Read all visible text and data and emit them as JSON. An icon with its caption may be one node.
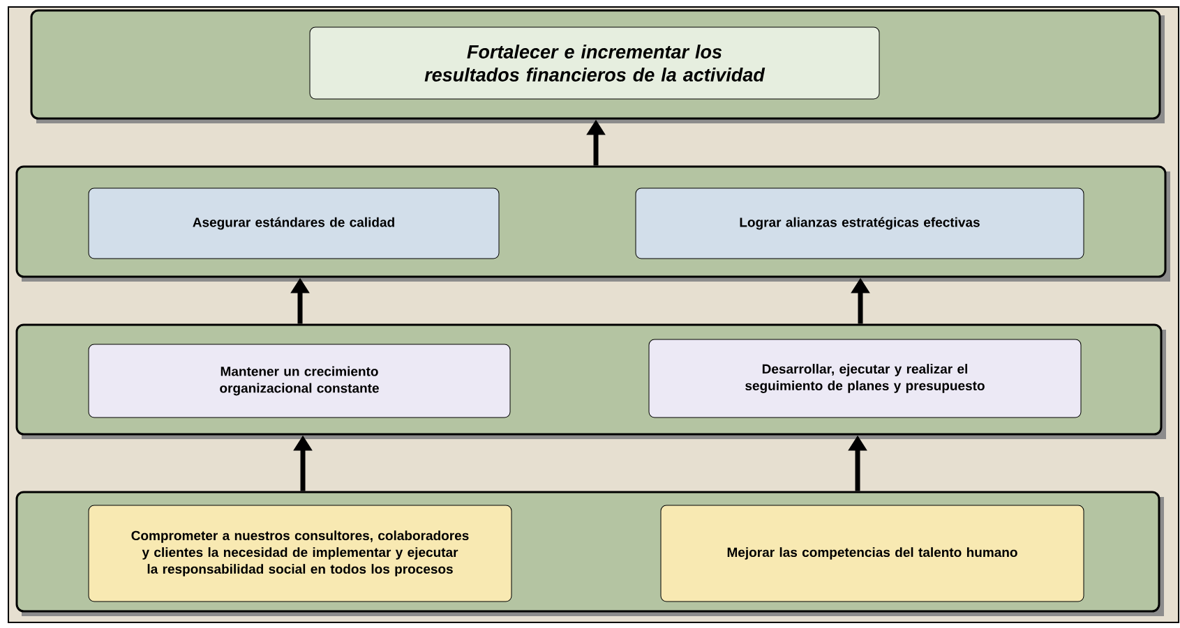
{
  "diagram": {
    "nodes": [
      {
        "text": [],
        "shape": "box"
      },
      {
        "text": [
          "Fortalecer e incrementar los resultados financieros de la actividad"
        ],
        "in": 0
      },
      {
        "text": [],
        "shape": "box"
      },
      {
        "text": [
          "Asegurar estándares de calidad"
        ],
        "in": 2
      },
      {
        "text": [
          "Lograr alianzas estratégicas efectivas"
        ],
        "in": 2
      },
      {
        "text": [],
        "shape": "box"
      },
      {
        "text": [
          "Mantener un crecimiento organizacional constante"
        ],
        "in": 5
      },
      {
        "text": [
          "Desarrollar, ejecutar y realizar el seguimiento de planes y presupuesto"
        ],
        "in": 5
      },
      {
        "text": [],
        "shape": "box"
      },
      {
        "text": [
          "Comprometer a nuestros consultores, colaboradores y clientes la necesidad de implementar y ejecutar la responsabilidad social en todos los procesos"
        ],
        "in": 8
      },
      {
        "text": [
          "Mejorar las competencias del talento humano"
        ],
        "in": 8
      }
    ],
    "edges": [
      {
        "from": 2,
        "to": 0,
        "arrow": "to"
      },
      {
        "from": 5,
        "to": 2,
        "arrow": "to"
      },
      {
        "from": 5,
        "to": 2,
        "arrow": "to"
      },
      {
        "from": 8,
        "to": 5,
        "arrow": "to"
      },
      {
        "from": 8,
        "to": 5,
        "arrow": "to"
      }
    ]
  }
}
